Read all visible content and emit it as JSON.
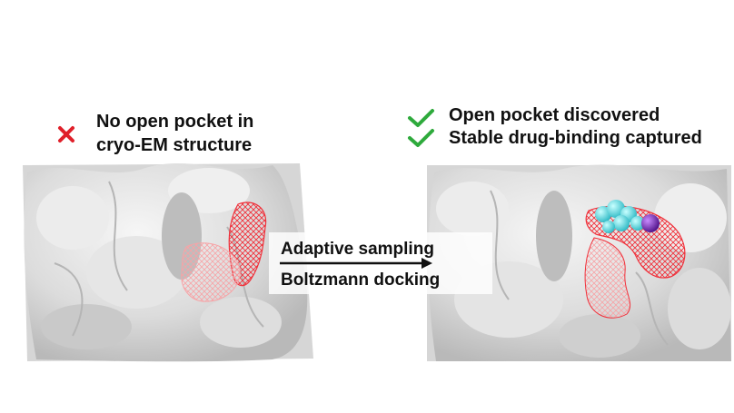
{
  "before": {
    "status_icon": "cross-icon",
    "status_color": "#e0202a",
    "line1": "No open pocket in",
    "line2": "cryo-EM structure"
  },
  "after": {
    "status_icon": "check-icon",
    "status_color": "#2eaa3c",
    "line1": "Open pocket discovered",
    "line2": "Stable drug-binding captured"
  },
  "transition": {
    "line1": "Adaptive sampling",
    "line2": "Boltzmann docking"
  },
  "colors": {
    "surface": "#d9d9d9",
    "pocket_mesh": "#f0303a",
    "ligand_carbon": "#3fd6d6",
    "ligand_atom": "#7a1fb8"
  }
}
